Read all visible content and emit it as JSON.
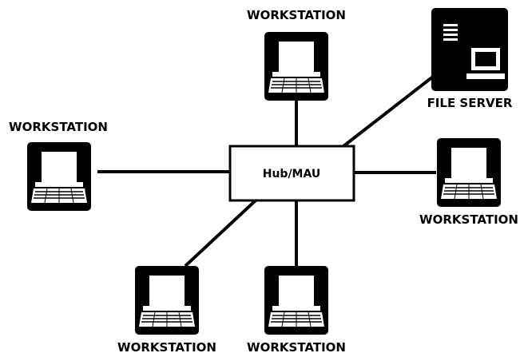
{
  "diagram": {
    "hub": {
      "label": "Hub/MAU"
    },
    "nodes": [
      {
        "id": "ws-top",
        "label": "WORKSTATION"
      },
      {
        "id": "file-server",
        "label": "FILE SERVER"
      },
      {
        "id": "ws-left",
        "label": "WORKSTATION"
      },
      {
        "id": "ws-right",
        "label": "WORKSTATION"
      },
      {
        "id": "ws-bottom-left",
        "label": "WORKSTATION"
      },
      {
        "id": "ws-bottom-center",
        "label": "WORKSTATION"
      }
    ],
    "colors": {
      "ink": "#000000",
      "background": "#ffffff"
    },
    "icons": {
      "workstation": "workstation-icon",
      "server": "file-server-icon"
    }
  }
}
